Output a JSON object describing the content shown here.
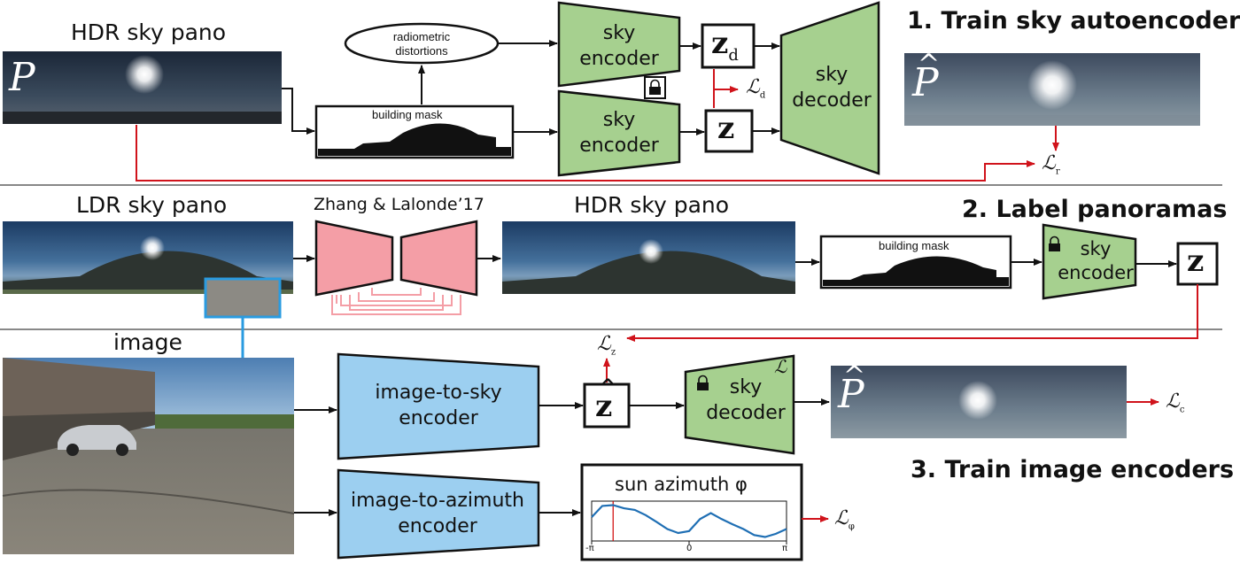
{
  "sections": {
    "s1_title": "1. Train sky autoencoder",
    "s2_title": "2. Label panoramas",
    "s3_title": "3. Train image encoders"
  },
  "labels": {
    "hdr_sky_pano_1": "HDR sky pano",
    "ldr_sky_pano": "LDR sky pano",
    "zhang_lalonde": "Zhang & Lalonde’17",
    "hdr_sky_pano_2": "HDR sky pano",
    "image": "image",
    "radiometric": "radiometric\ndistortions",
    "building_mask_1": "building mask",
    "building_mask_2": "building mask",
    "P": "P",
    "P_hat": "P",
    "P_hat_2": "P"
  },
  "networks": {
    "sky_encoder_top": "sky\nencoder",
    "sky_encoder_bottom": "sky\nencoder",
    "sky_decoder": "sky\ndecoder",
    "sky_encoder_label": "sky\nencoder",
    "img_to_sky": "image-to-sky\nencoder",
    "sky_decoder_2": "sky\ndecoder",
    "img_to_azimuth": "image-to-azimuth\nencoder"
  },
  "latents": {
    "zd": "z",
    "zd_sub": "d",
    "z": "z",
    "z_label": "z",
    "z_hat": "z"
  },
  "losses": {
    "Ld_sub": "d",
    "Lr_sub": "r",
    "Lz_sub": "z",
    "Lc_sub": "c",
    "Lphi_sub": "φ",
    "Lsymbol": "ℒ",
    "L_corner": "ℒ"
  },
  "plot": {
    "title": "sun azimuth φ",
    "ticks": [
      "-π",
      "0",
      "π"
    ]
  },
  "chart_data": {
    "type": "line",
    "title": "sun azimuth φ",
    "xlabel": "",
    "ylabel": "",
    "xlim": [
      -3.1416,
      3.1416
    ],
    "ylim": [
      0,
      1
    ],
    "x": [
      -3.14,
      -2.8,
      -2.45,
      -2.1,
      -1.75,
      -1.4,
      -1.05,
      -0.7,
      -0.35,
      0.0,
      0.35,
      0.7,
      1.05,
      1.4,
      1.75,
      2.1,
      2.45,
      2.8,
      3.14
    ],
    "series": [
      {
        "values": [
          0.6,
          0.88,
          0.9,
          0.82,
          0.78,
          0.65,
          0.48,
          0.3,
          0.2,
          0.25,
          0.55,
          0.7,
          0.55,
          0.42,
          0.3,
          0.15,
          0.1,
          0.18,
          0.3
        ]
      }
    ],
    "marker_x": -2.45,
    "colors": {
      "line": "#1f6fb4",
      "marker": "#d00000"
    }
  },
  "colors": {
    "green": "#a6d08f",
    "pink": "#f49ea6",
    "blue": "#9ccff0",
    "red": "#d0131b",
    "highlight": "#2a9be0"
  },
  "icons": [
    "lock-icon"
  ]
}
